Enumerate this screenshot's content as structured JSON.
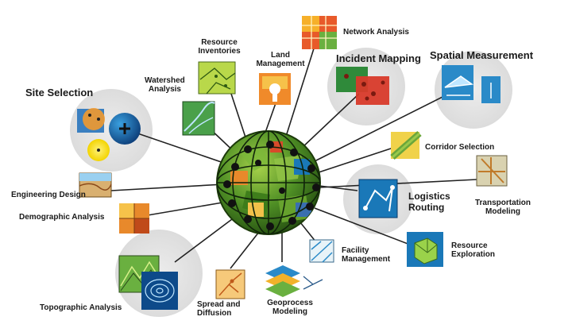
{
  "center": {
    "icon": "globe-icon"
  },
  "labels": {
    "site_selection": "Site Selection",
    "watershed_line1": "Watershed",
    "watershed_line2": "Analysis",
    "resource_inv_line1": "Resource",
    "resource_inv_line2": "Inventories",
    "land_mgmt_line1": "Land",
    "land_mgmt_line2": "Management",
    "network_analysis": "Network Analysis",
    "incident_mapping": "Incident Mapping",
    "spatial_measurement": "Spatial Measurement",
    "corridor_selection": "Corridor Selection",
    "logistics_line1": "Logistics",
    "logistics_line2": "Routing",
    "transport_line1": "Transportation",
    "transport_line2": "Modeling",
    "resource_expl_line1": "Resource",
    "resource_expl_line2": "Exploration",
    "facility_line1": "Facility",
    "facility_line2": "Management",
    "geoprocess_line1": "Geoprocess",
    "geoprocess_line2": "Modeling",
    "spread_line1": "Spread and",
    "spread_line2": "Diffusion",
    "topographic": "Topographic Analysis",
    "demographic": "Demographic Analysis",
    "engineering": "Engineering Design"
  },
  "colors": {
    "connector": "#222222",
    "bubble": "#e3e3e3",
    "globe_green": "#5a9a2a",
    "highlight_blue": "#1a78b8",
    "accent_orange": "#e8892b"
  }
}
